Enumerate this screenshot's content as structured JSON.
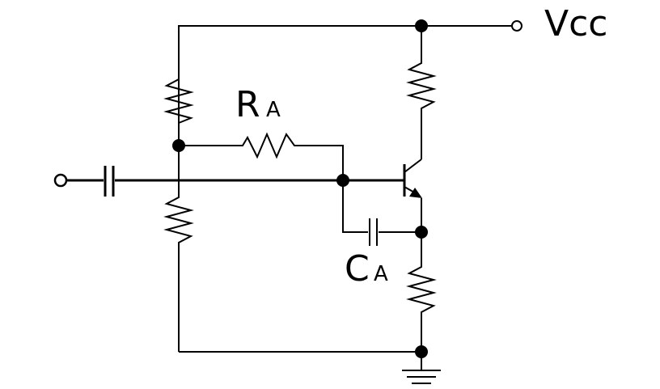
{
  "labels": {
    "supply": "Vcc",
    "ra_letter": "R",
    "ra_subscript": "A",
    "ca_letter": "C",
    "ca_subscript": "A"
  }
}
